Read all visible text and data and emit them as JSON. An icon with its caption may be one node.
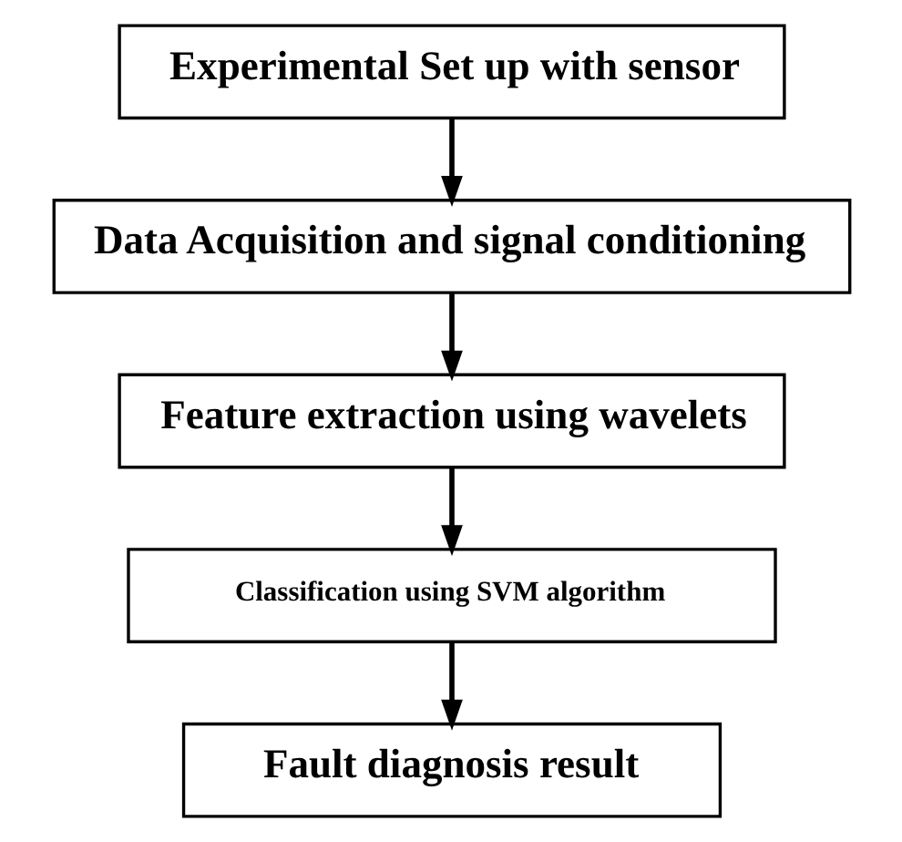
{
  "diagram": {
    "nodes": [
      {
        "text": [
          "Experimental Set up with sensor"
        ]
      },
      {
        "text": [
          "Data Acquisition and signal conditioning"
        ]
      },
      {
        "text": [
          "Feature extraction using wavelets"
        ]
      },
      {
        "text": [
          "Classification using SVM algorithm"
        ]
      },
      {
        "text": [
          "Fault diagnosis result"
        ]
      }
    ],
    "edges": [
      {
        "from": 0,
        "to": 1,
        "arrow": "to"
      },
      {
        "from": 1,
        "to": 2,
        "arrow": "to"
      },
      {
        "from": 2,
        "to": 3,
        "arrow": "to"
      },
      {
        "from": 3,
        "to": 4,
        "arrow": "to"
      }
    ]
  }
}
